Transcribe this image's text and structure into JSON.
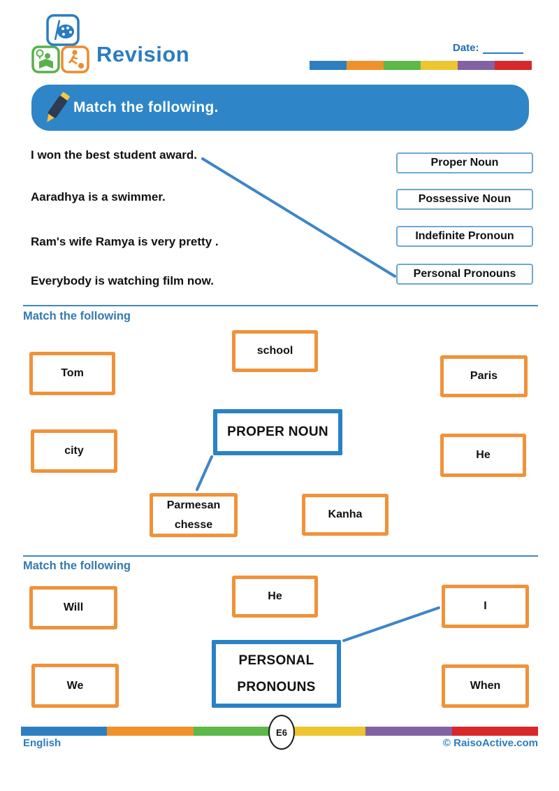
{
  "header": {
    "title": "Revision",
    "date_label": "Date:",
    "logo_icons": [
      "palette-brush-icon",
      "reading-child-icon",
      "football-kid-icon"
    ]
  },
  "banner": {
    "text": "Match the following.",
    "icon": "marker-pen-icon"
  },
  "match1": {
    "sentences": [
      "I won the best student award.",
      "Aaradhya is a swimmer.",
      "Ram's wife Ramya is very pretty .",
      "Everybody is watching film now."
    ],
    "options": [
      "Proper Noun",
      "Possessive Noun",
      "Indefinite Pronoun",
      "Personal Pronouns"
    ],
    "drawn_match": "sentence 1 connected to Personal Pronouns"
  },
  "match2": {
    "heading": "Match the following",
    "center_label": "PROPER NOUN",
    "words": [
      "Tom",
      "school",
      "Paris",
      "city",
      "He",
      "Parmesan chesse",
      "Kanha"
    ],
    "drawn_match": "PROPER NOUN connected to Parmesan chesse"
  },
  "match3": {
    "heading": "Match the following",
    "center_label": "PERSONAL PRONOUNS",
    "words": [
      "Will",
      "He",
      "I",
      "We",
      "When"
    ],
    "drawn_match": "PERSONAL PRONOUNS connected to I"
  },
  "footer": {
    "subject": "English",
    "page_code": "E6",
    "copyright": "© RaisoActive.com"
  },
  "colors": {
    "accent_blue": "#2e86c8",
    "title_blue": "#2b7cc0",
    "heading_blue": "#3579ae",
    "orange_border": "#f0923a",
    "blue_box_border": "#2a82c4",
    "option_border": "#6fa8d0",
    "connector_blue": "#3e86c6",
    "bar_palette": [
      "#2e7fc2",
      "#f0922b",
      "#5cb848",
      "#ecc52f",
      "#8262a2",
      "#d8282b"
    ]
  }
}
